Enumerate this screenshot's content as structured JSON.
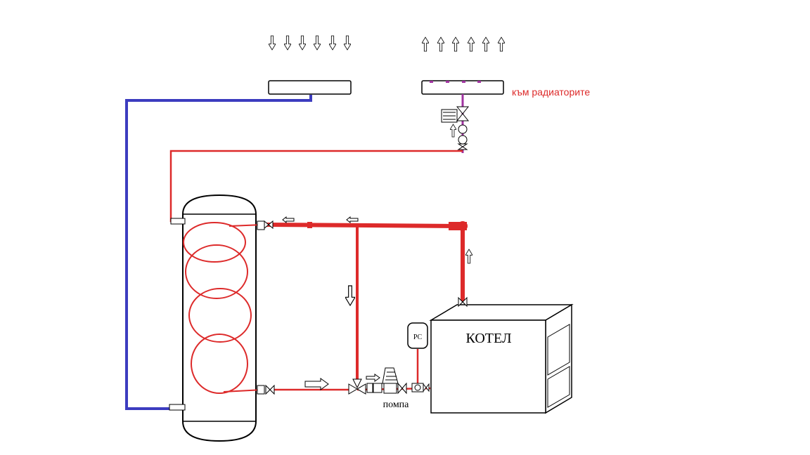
{
  "labels": {
    "radiators": "към радиаторите",
    "boiler": "КОТЕЛ",
    "pump": "помпа",
    "expansion_vessel": "РС"
  },
  "colors": {
    "hot_pipe": "#dd2a2a",
    "cold_pipe": "#3c3cbf",
    "radiator_tap": "#a033a0",
    "outline": "#000000",
    "label_red": "#dd2a2a"
  },
  "icons": {
    "down_arrow": "down-arrow-icon",
    "up_arrow": "up-arrow-icon",
    "left_arrow": "left-arrow-icon",
    "right_arrow": "right-arrow-icon",
    "valve": "valve-icon",
    "pump": "pump-icon"
  }
}
